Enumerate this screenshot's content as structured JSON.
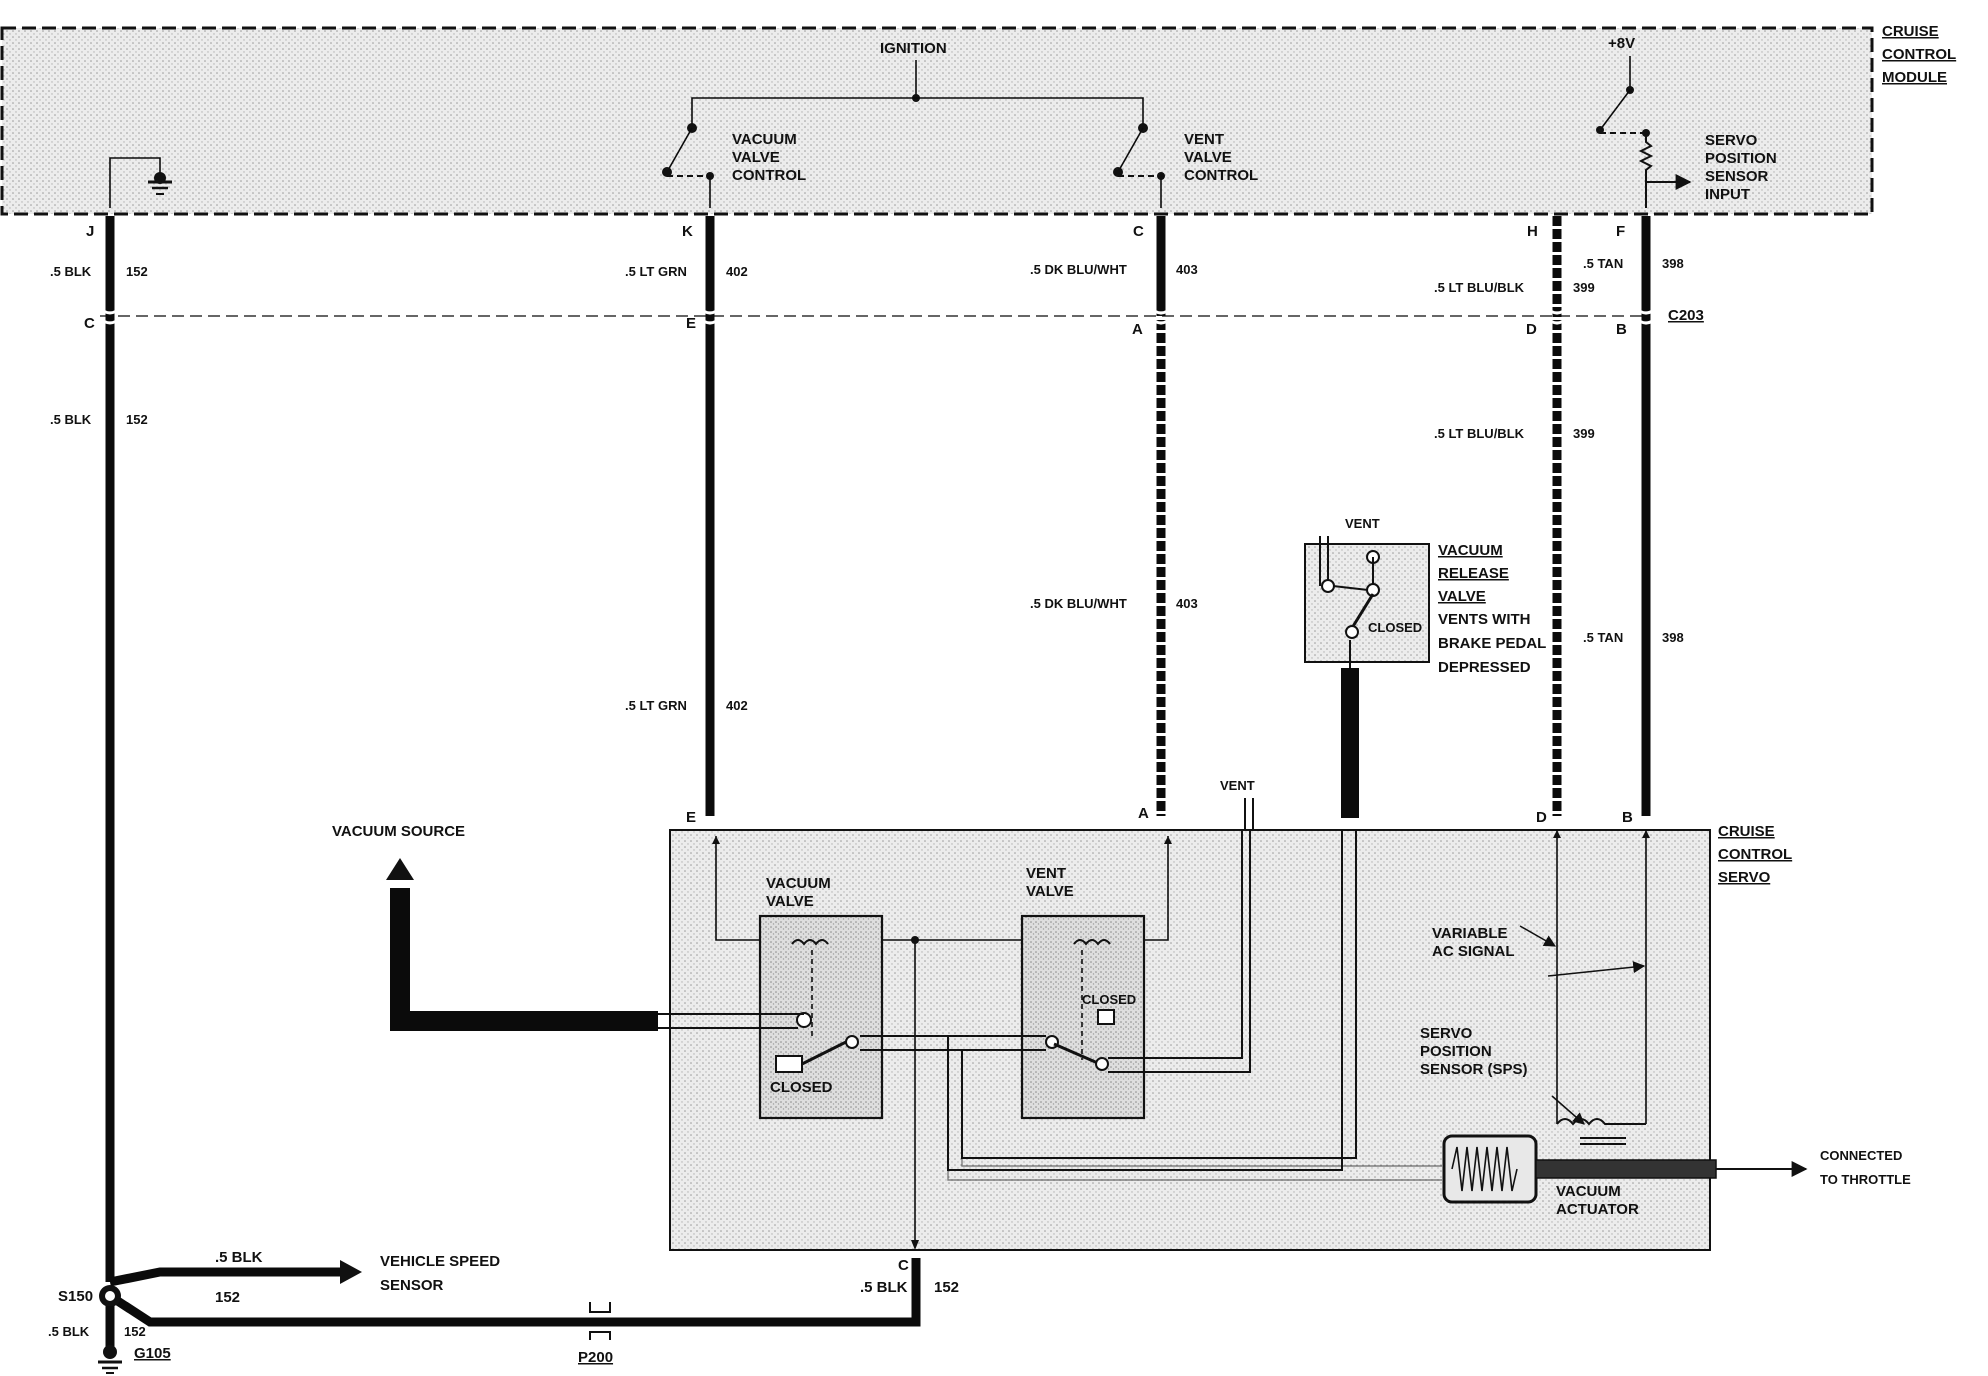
{
  "module": {
    "title": [
      "CRUISE",
      "CONTROL",
      "MODULE"
    ],
    "ignition": "IGNITION",
    "vacuum_valve_control": [
      "VACUUM",
      "VALVE",
      "CONTROL"
    ],
    "vent_valve_control": [
      "VENT",
      "VALVE",
      "CONTROL"
    ],
    "plus8v": "+8V",
    "servo_position_sensor_input": [
      "SERVO",
      "POSITION",
      "SENSOR",
      "INPUT"
    ]
  },
  "pins_top": {
    "j": "J",
    "k": "K",
    "c": "C",
    "h": "H",
    "f": "F"
  },
  "connector_c203": {
    "c": "C",
    "e": "E",
    "a": "A",
    "d": "D",
    "b": "B",
    "name": "C203"
  },
  "wires": {
    "w152_upper_color": ".5 BLK",
    "w152_upper_num": "152",
    "w152_lower_color": ".5 BLK",
    "w152_lower_num": "152",
    "w402_upper_color": ".5 LT GRN",
    "w402_upper_num": "402",
    "w402_lower_color": ".5 LT GRN",
    "w402_lower_num": "402",
    "w403_upper_color": ".5 DK BLU/WHT",
    "w403_upper_num": "403",
    "w403_lower_color": ".5 DK BLU/WHT",
    "w403_lower_num": "403",
    "w399_upper_color": ".5 LT BLU/BLK",
    "w399_upper_num": "399",
    "w399_lower_color": ".5 LT BLU/BLK",
    "w399_lower_num": "399",
    "w398_upper_color": ".5 TAN",
    "w398_upper_num": "398",
    "w398_lower_color": ".5 TAN",
    "w398_lower_num": "398"
  },
  "release_valve": {
    "vent": "VENT",
    "title": [
      "VACUUM",
      "RELEASE",
      "VALVE"
    ],
    "desc": [
      "VENTS WITH",
      "BRAKE PEDAL",
      "DEPRESSED"
    ],
    "closed": "CLOSED"
  },
  "servo": {
    "title": [
      "CRUISE",
      "CONTROL",
      "SERVO"
    ],
    "pins": {
      "e": "E",
      "a": "A",
      "d": "D",
      "b": "B",
      "c": "C"
    },
    "vent": "VENT",
    "vacuum_valve": [
      "VACUUM",
      "VALVE"
    ],
    "vent_valve": [
      "VENT",
      "VALVE"
    ],
    "closed_vent": "CLOSED",
    "closed_vacuum": "CLOSED",
    "variable_ac": [
      "VARIABLE",
      "AC SIGNAL"
    ],
    "sps": [
      "SERVO",
      "POSITION",
      "SENSOR (SPS)"
    ],
    "vacuum_actuator": [
      "VACUUM",
      "ACTUATOR"
    ],
    "connected_throttle": [
      "CONNECTED",
      "TO THROTTLE"
    ]
  },
  "vacuum_source": "VACUUM SOURCE",
  "bottom": {
    "vss": [
      "VEHICLE SPEED",
      "SENSOR"
    ],
    "vss_color": ".5 BLK",
    "vss_num": "152",
    "s150": "S150",
    "g105_color": ".5 BLK",
    "g105_num": "152",
    "g105": "G105",
    "p200": "P200",
    "servo_c_color": ".5 BLK",
    "servo_c_num": "152"
  }
}
